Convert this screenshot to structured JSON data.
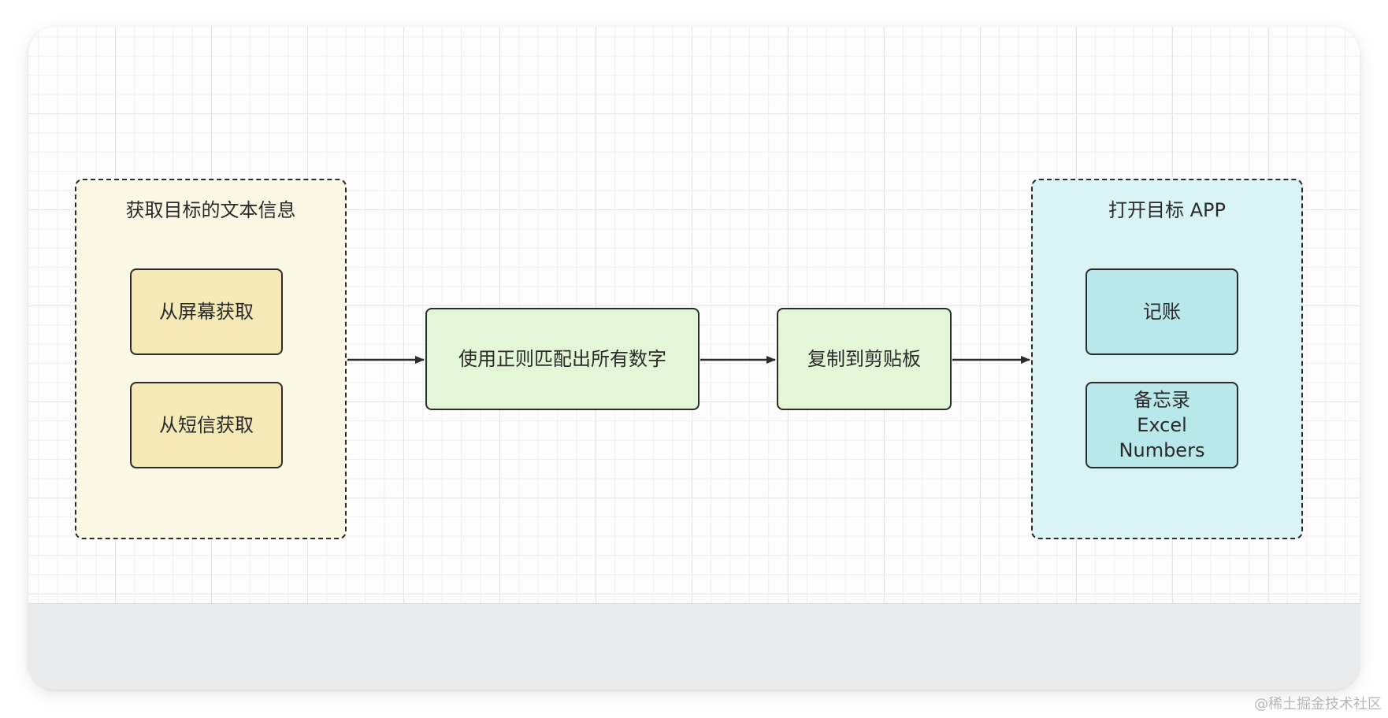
{
  "diagram": {
    "left_group": {
      "title": "获取目标的文本信息",
      "items": [
        "从屏幕获取",
        "从短信获取"
      ]
    },
    "steps": [
      "使用正则匹配出所有数字",
      "复制到剪贴板"
    ],
    "right_group": {
      "title": "打开目标 APP",
      "items": [
        {
          "lines": [
            "记账"
          ]
        },
        {
          "lines": [
            "备忘录",
            "Excel",
            "Numbers"
          ]
        }
      ]
    },
    "colors": {
      "left_group_fill": "#fbf8e6",
      "left_item_fill": "#f5e9b8",
      "step_fill": "#e4f6d8",
      "right_group_fill": "#daf4f5",
      "right_item_fill": "#b8e8ea",
      "stroke": "#2b2b2b"
    }
  },
  "watermark": "@稀土掘金技术社区"
}
